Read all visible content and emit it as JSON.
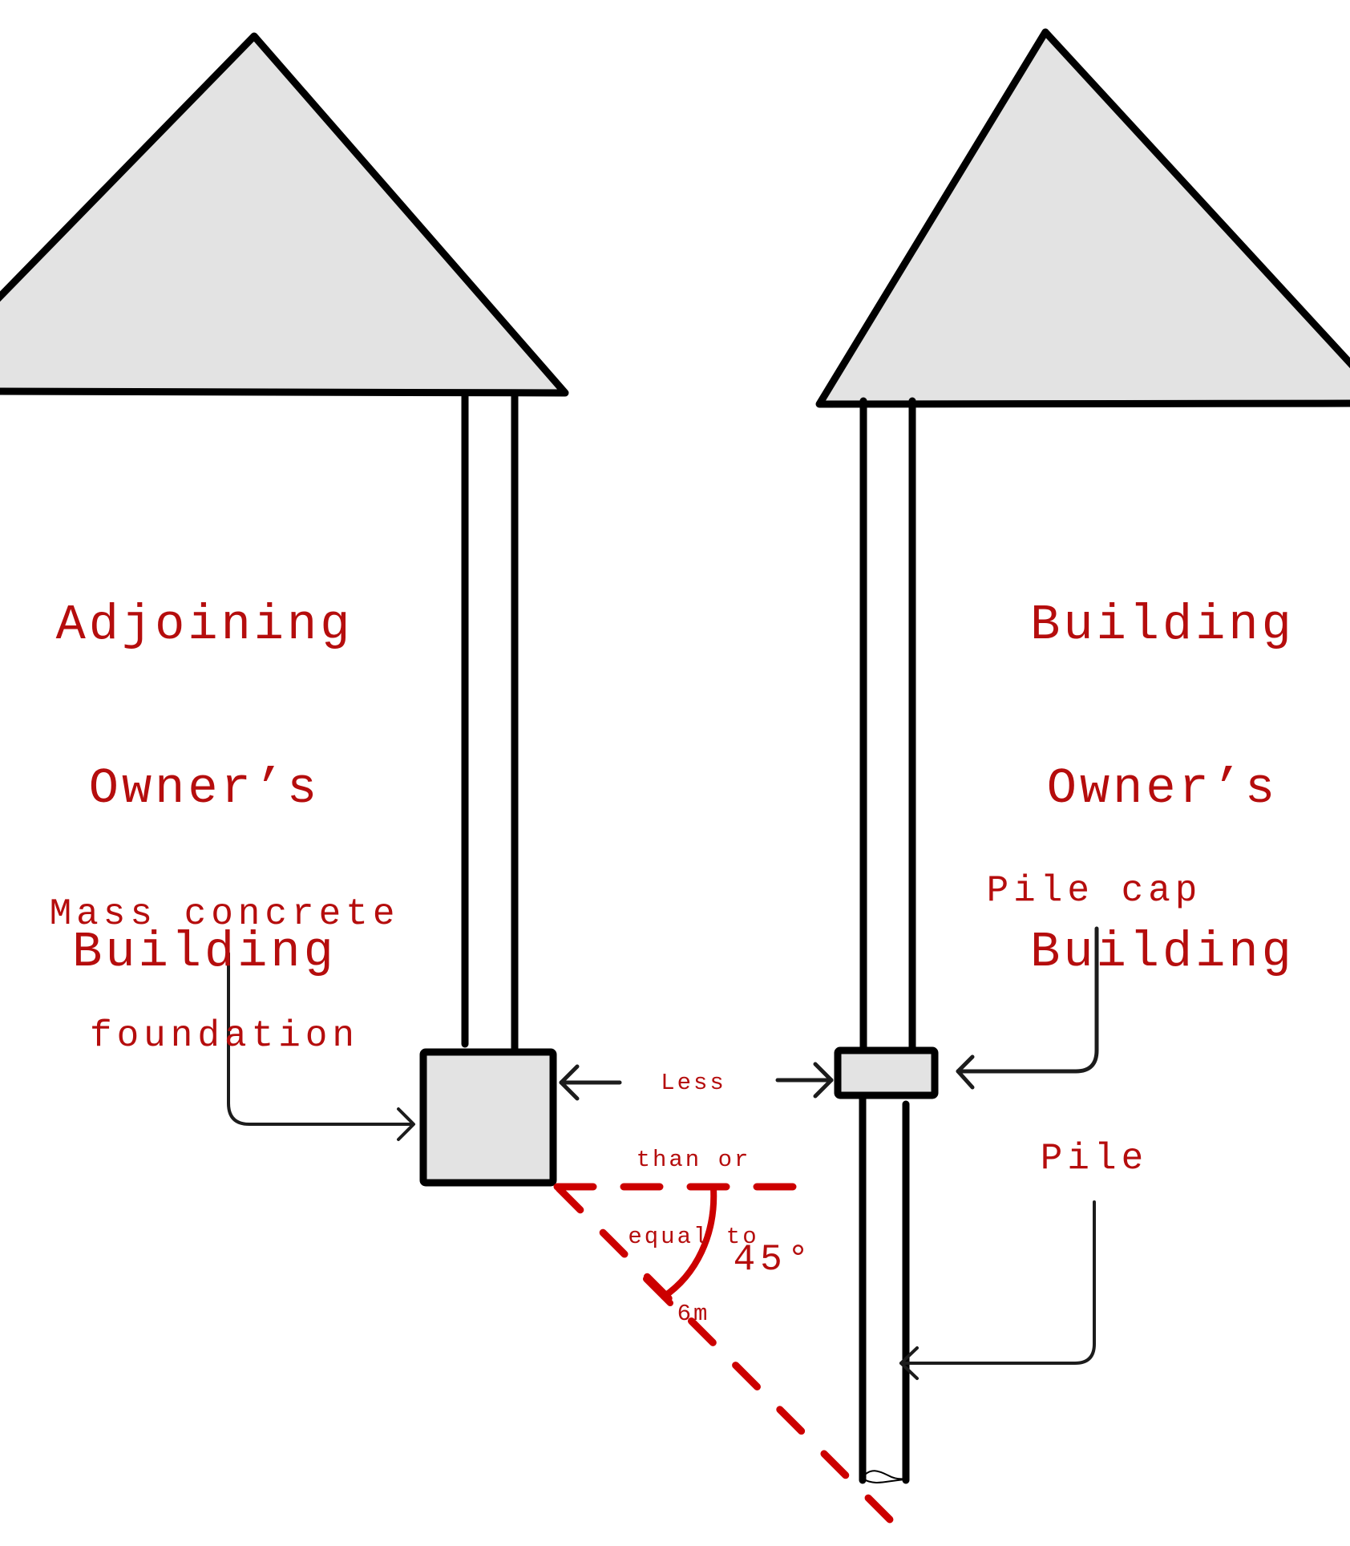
{
  "diagram": {
    "title_left": [
      "Adjoining",
      "Owner’s",
      "Building"
    ],
    "title_right": [
      "Building",
      "Owner’s",
      "Building"
    ],
    "label_foundation": [
      "Mass concrete",
      "foundation"
    ],
    "label_pile_cap": "Pile cap",
    "label_pile": "Pile",
    "label_distance": [
      "Less",
      "than or",
      "equal to",
      "6m"
    ],
    "label_angle": "45°",
    "colors": {
      "annotation": "#b50d0d",
      "guide_line": "#cc0000",
      "outline": "#000000",
      "fill": "#e3e3e3"
    }
  }
}
